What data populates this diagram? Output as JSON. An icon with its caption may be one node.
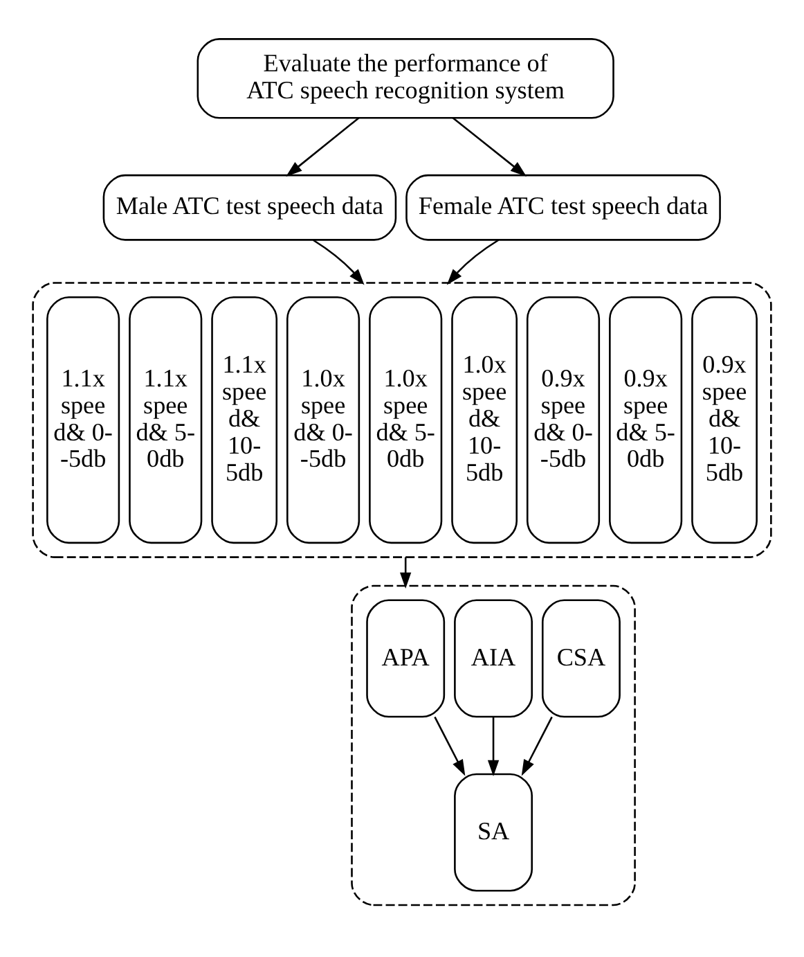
{
  "diagram": {
    "nodes": [
      {
        "text": [
          "Evaluate the performance of ATC speech recognition system"
        ]
      },
      {
        "text": [
          "Male ATC test speech data"
        ]
      },
      {
        "text": [
          "Female ATC test speech data"
        ]
      },
      {
        "text": [],
        "shape": "box"
      },
      {
        "text": [
          "0.9x spee d& 10- 5db"
        ],
        "in": 3
      },
      {
        "text": [
          "0.9x spee d& 5- 0db"
        ],
        "in": 3
      },
      {
        "text": [
          "0.9x spee d& 0- -5db"
        ],
        "in": 3
      },
      {
        "text": [
          "1.0x spee d& 10- 5db"
        ],
        "in": 3
      },
      {
        "text": [
          "1.0x spee d& 5- 0db"
        ],
        "in": 3
      },
      {
        "text": [
          "1.0x spee d& 0- -5db"
        ],
        "in": 3
      },
      {
        "text": [
          "1.1x spee d& 10- 5db"
        ],
        "in": 3
      },
      {
        "text": [
          "1.1x spee d& 5- 0db"
        ],
        "in": 3
      },
      {
        "text": [
          "1.1x spee d& 0- -5db"
        ],
        "in": 3
      },
      {
        "text": [],
        "shape": "box"
      },
      {
        "text": [
          "CSA"
        ],
        "in": 13
      },
      {
        "text": [
          "AIA"
        ],
        "in": 13
      },
      {
        "text": [
          "APA"
        ],
        "in": 13
      },
      {
        "text": [
          "SA"
        ],
        "in": 13
      }
    ],
    "edges": [
      {
        "from": 0,
        "to": 1,
        "arrow": "to"
      },
      {
        "from": 0,
        "to": 2,
        "arrow": "to"
      },
      {
        "from": 1,
        "to": 3,
        "arrow": "to"
      },
      {
        "from": 2,
        "to": 3,
        "arrow": "to"
      },
      {
        "from": 3,
        "to": 13,
        "arrow": "to"
      },
      {
        "from": 14,
        "to": 17,
        "arrow": "to"
      },
      {
        "from": 15,
        "to": 17,
        "arrow": "to"
      },
      {
        "from": 16,
        "to": 17,
        "arrow": "to"
      }
    ]
  }
}
